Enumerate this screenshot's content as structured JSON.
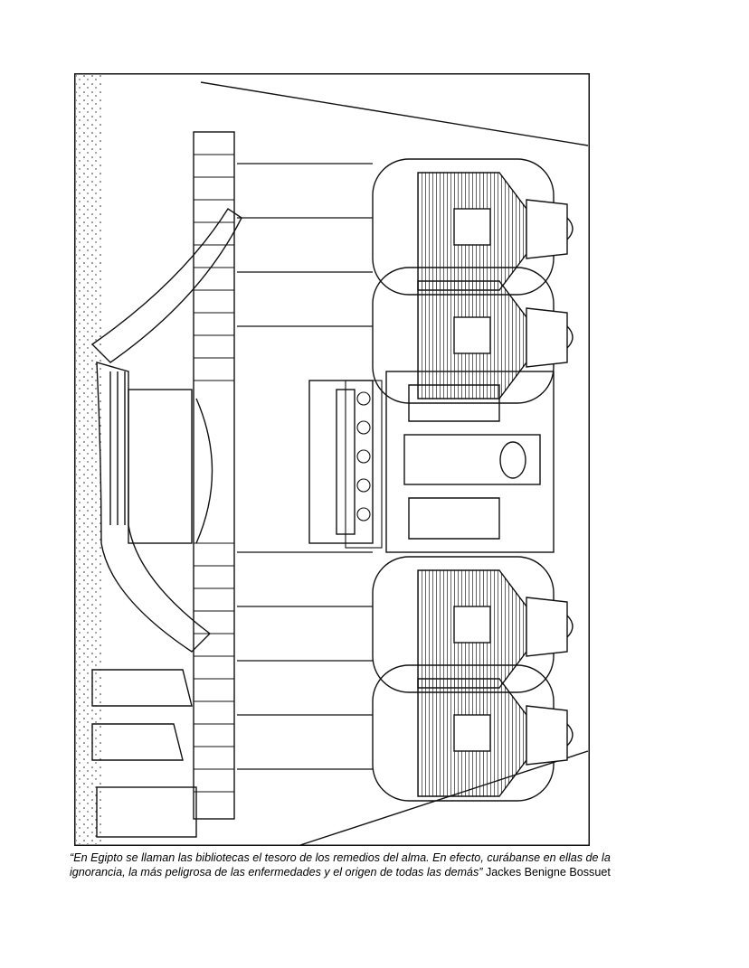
{
  "figure": {
    "description": "Line drawing of Egyptian temple scene: four seated colossal pharaoh statues, sacred barque with procession, hieroglyph columns, central offering panel (drawing rotated 90 degrees)",
    "statue_count": 4
  },
  "caption": {
    "quote_line1": "“En Egipto se llaman las bibliotecas el tesoro de los remedios del alma.  En efecto, curábanse en ellas de la",
    "quote_line2": "ignorancia, la más peligrosa de las enfermedades y el origen de todas las demás”",
    "author": "Jackes Benigne Bossuet"
  }
}
